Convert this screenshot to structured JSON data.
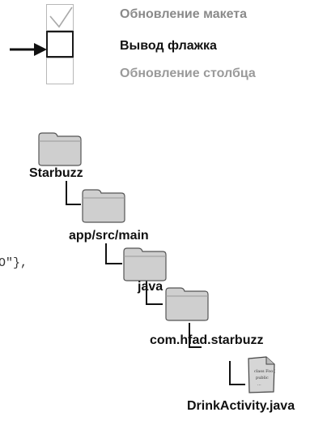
{
  "checklist": {
    "steps": [
      {
        "label": "Обновление макета",
        "state": "done"
      },
      {
        "label": "Вывод флажка",
        "state": "current"
      },
      {
        "label": "Обновление столбца",
        "state": "todo"
      }
    ]
  },
  "code_fragment": "O\"},",
  "tree": {
    "nodes": [
      {
        "label": "Starbuzz",
        "type": "folder"
      },
      {
        "label": "app/src/main",
        "type": "folder"
      },
      {
        "label": "java",
        "type": "folder"
      },
      {
        "label": "com.hfad.starbuzz",
        "type": "folder"
      },
      {
        "label": "DrinkActivity.java",
        "type": "file"
      }
    ],
    "file_icon_text": "class Foo{ public ..."
  },
  "colors": {
    "folder_fill": "#cfcfcf",
    "folder_stroke": "#555555",
    "done_text": "#8a8a8a",
    "current_text": "#111111",
    "todo_text": "#9a9a9a"
  }
}
